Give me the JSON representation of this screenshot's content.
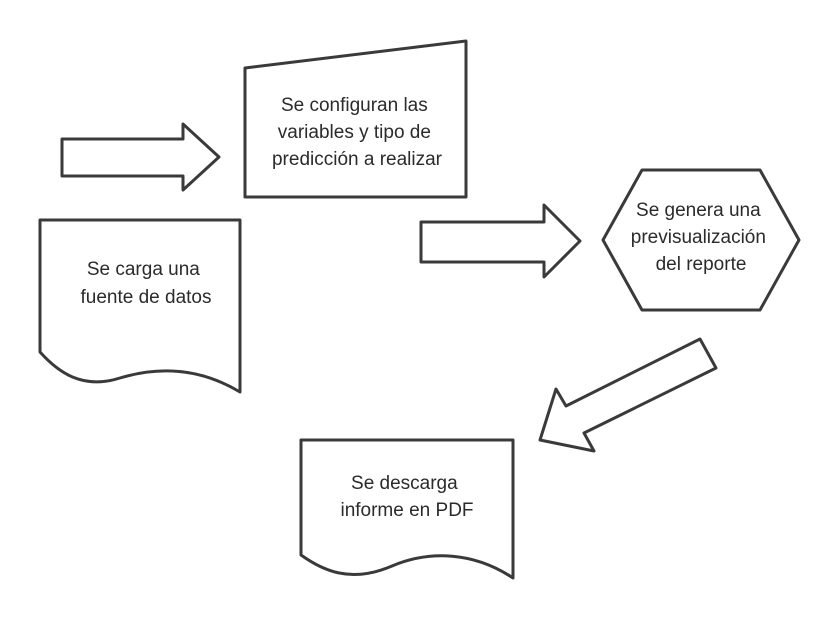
{
  "diagram": {
    "nodes": [
      {
        "id": "load",
        "shape": "document",
        "lines": [
          "Se carga una",
          "fuente de datos"
        ]
      },
      {
        "id": "configure",
        "shape": "manual-input",
        "lines": [
          "Se configuran las",
          "variables y tipo de",
          "predicción a realizar"
        ]
      },
      {
        "id": "preview",
        "shape": "hexagon",
        "lines": [
          "Se genera una",
          "previsualización",
          "del reporte"
        ]
      },
      {
        "id": "download",
        "shape": "document",
        "lines": [
          "Se descarga",
          "informe en PDF"
        ]
      }
    ],
    "edges": [
      {
        "from": "load",
        "to": "configure",
        "style": "block-arrow"
      },
      {
        "from": "configure",
        "to": "preview",
        "style": "block-arrow"
      },
      {
        "from": "preview",
        "to": "download",
        "style": "block-arrow"
      }
    ],
    "colors": {
      "stroke": "#3a3a3a",
      "fill": "#ffffff",
      "text": "#2b2b2b"
    }
  }
}
